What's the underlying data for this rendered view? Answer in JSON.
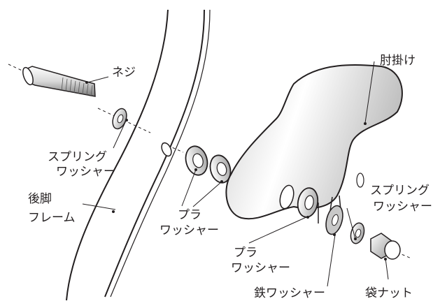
{
  "labels": {
    "screw": "ネジ",
    "armrest": "肘掛け",
    "spring_washer_left_1": "スプリング",
    "spring_washer_left_2": "ワッシャー",
    "rear_leg_frame_1": "後脚",
    "rear_leg_frame_2": "フレーム",
    "plastic_washer_mid_1": "プラ",
    "plastic_washer_mid_2": "ワッシャー",
    "plastic_washer_low_1": "プラ",
    "plastic_washer_low_2": "ワッシャー",
    "iron_washer": "鉄ワッシャー",
    "cap_nut": "袋ナット",
    "spring_washer_right_1": "スプリング",
    "spring_washer_right_2": "ワッシャー"
  },
  "colors": {
    "line": "#231f20",
    "part_fill": "#ffffff",
    "shade_light": "#e9e9e9",
    "shade_mid": "#c8c8c8",
    "shade_dark": "#8a8a8a"
  }
}
